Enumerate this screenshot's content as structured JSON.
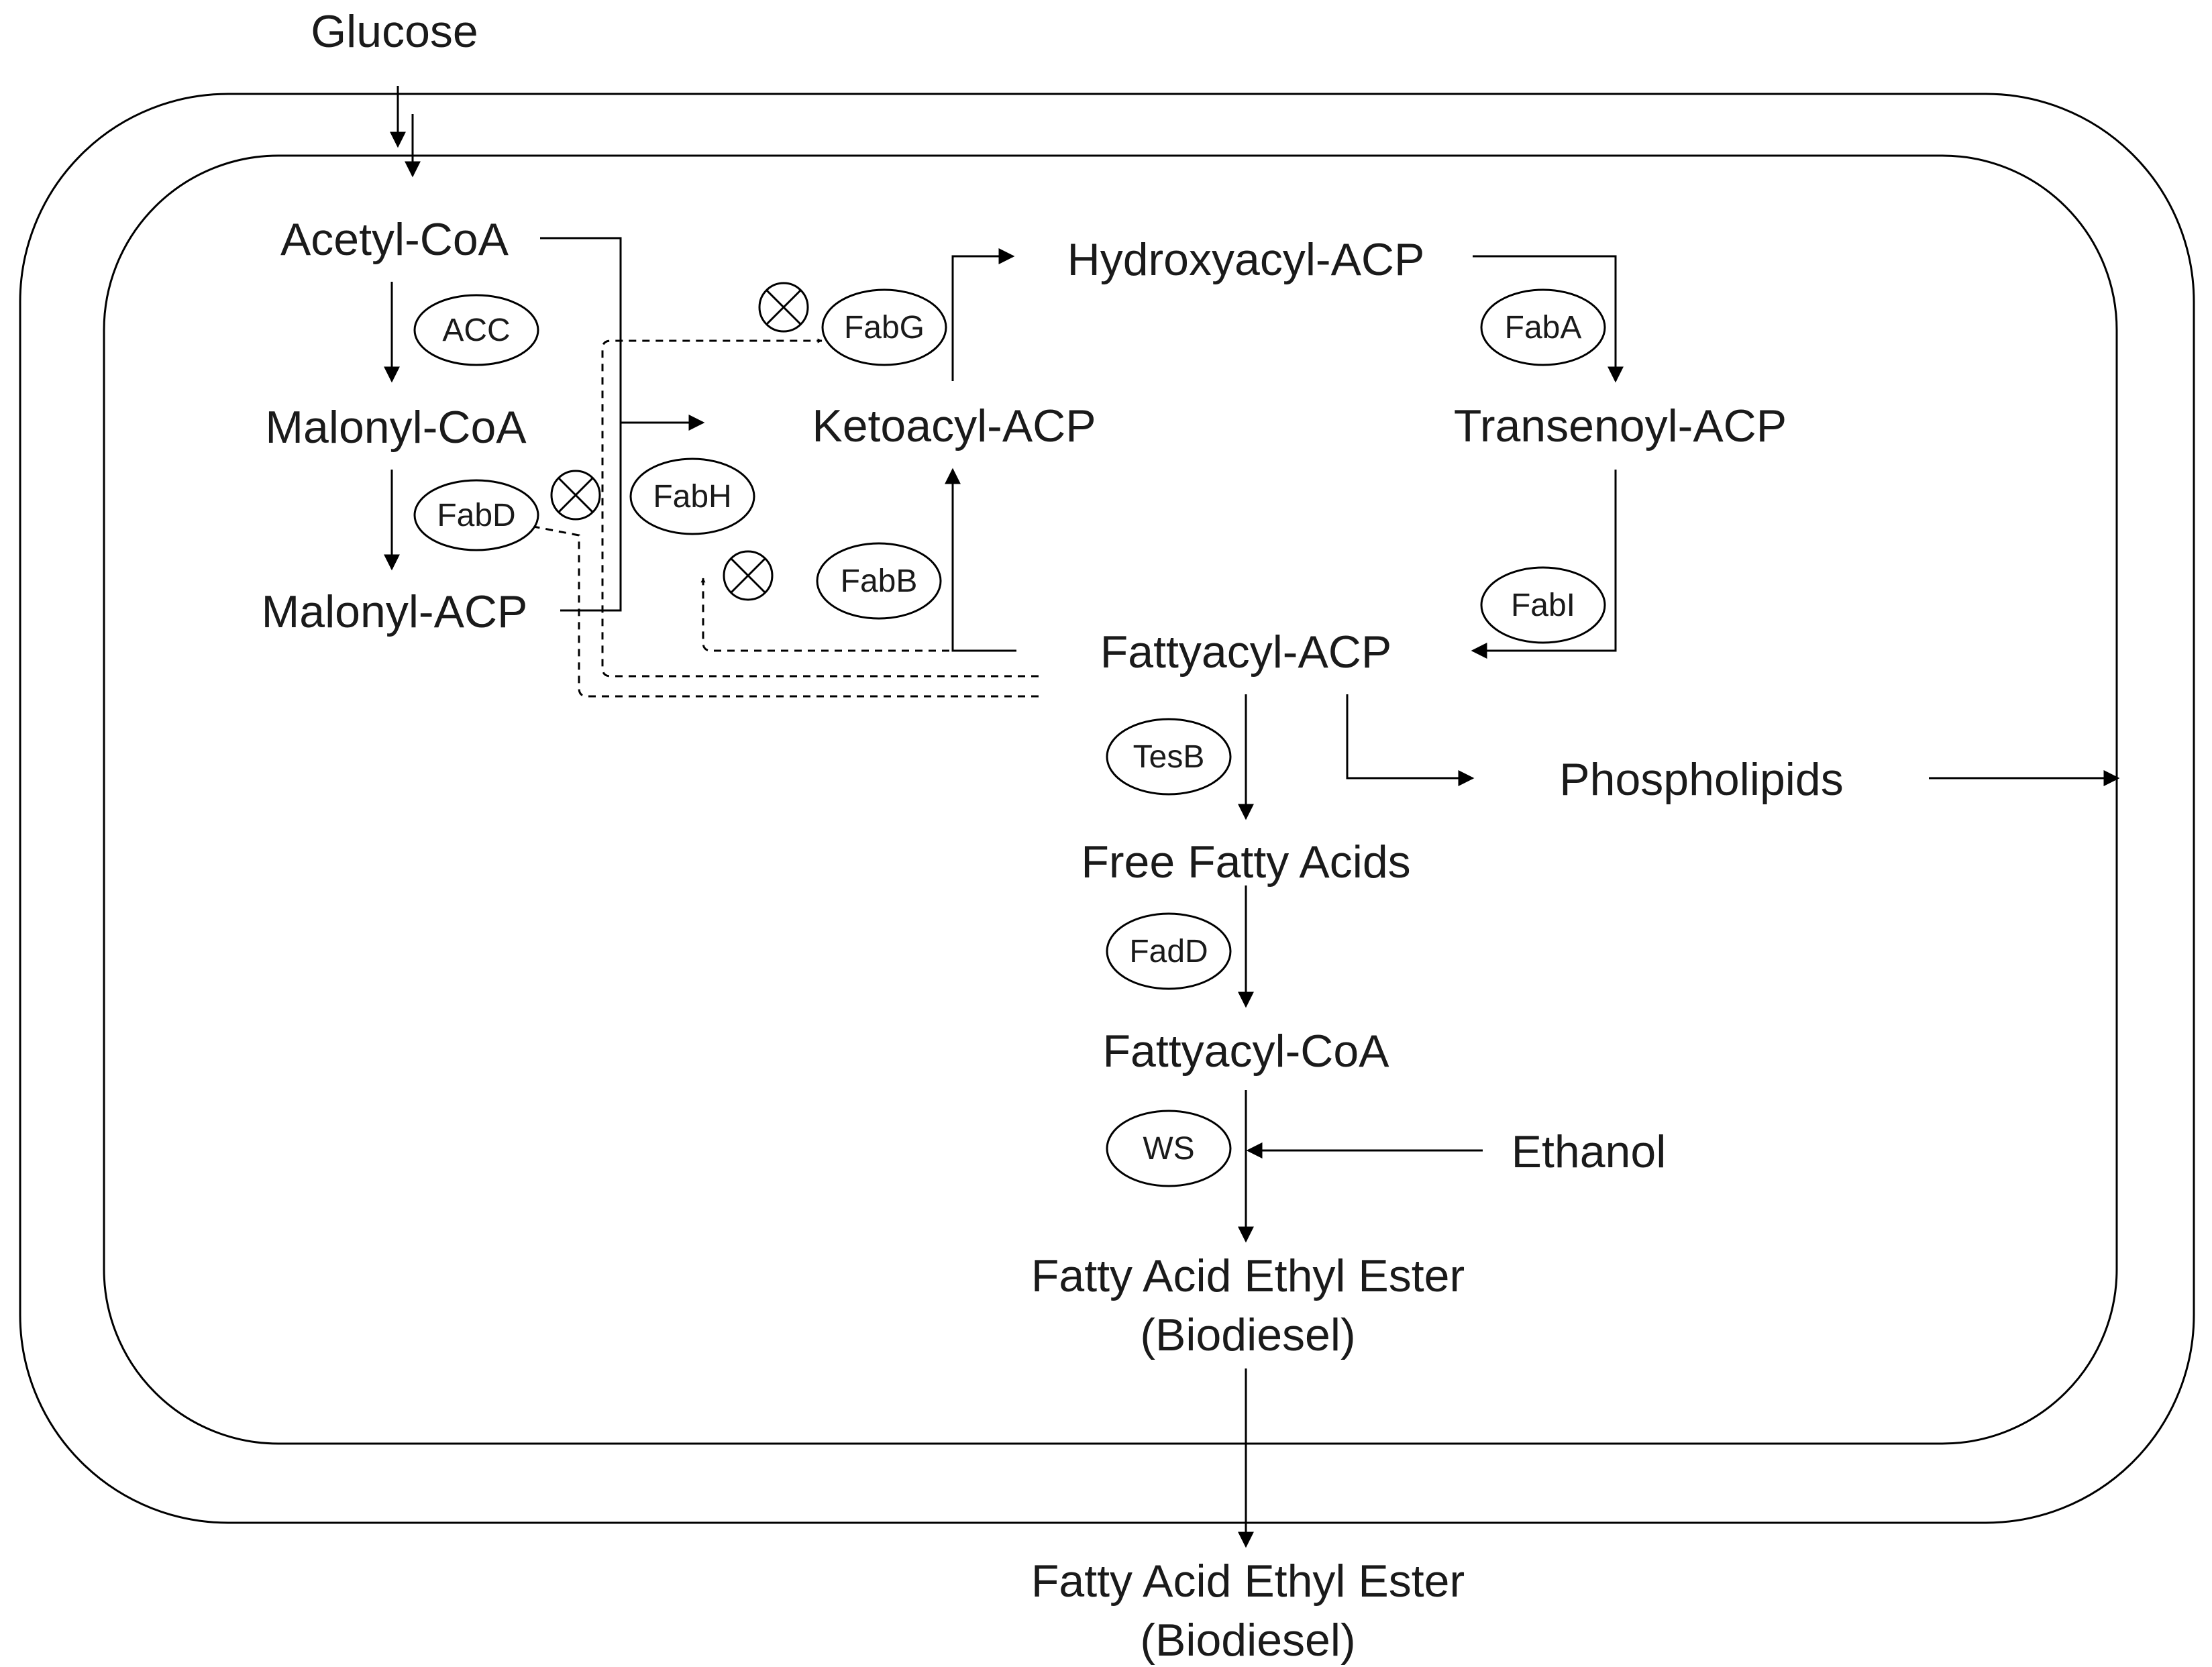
{
  "metabolites": {
    "glucose": "Glucose",
    "acetyl_coa": "Acetyl-CoA",
    "malonyl_coa": "Malonyl-CoA",
    "malonyl_acp": "Malonyl-ACP",
    "ketoacyl_acp": "Ketoacyl-ACP",
    "hydroxyacyl_acp": "Hydroxyacyl-ACP",
    "transenoyl_acp": "Transenoyl-ACP",
    "fattyacyl_acp": "Fattyacyl-ACP",
    "phospholipids": "Phospholipids",
    "free_fatty_acids": "Free Fatty Acids",
    "fattyacyl_coa": "Fattyacyl-CoA",
    "ethanol": "Ethanol",
    "faee_inside_line1": "Fatty Acid Ethyl Ester",
    "faee_inside_line2": "(Biodiesel)",
    "faee_outside_line1": "Fatty Acid Ethyl Ester",
    "faee_outside_line2": "(Biodiesel)"
  },
  "enzymes": {
    "acc": "ACC",
    "fabd": "FabD",
    "fabh": "FabH",
    "fabg": "FabG",
    "fabb": "FabB",
    "faba": "FabA",
    "fabi": "FabI",
    "tesb": "TesB",
    "fadd": "FadD",
    "ws": "WS"
  }
}
